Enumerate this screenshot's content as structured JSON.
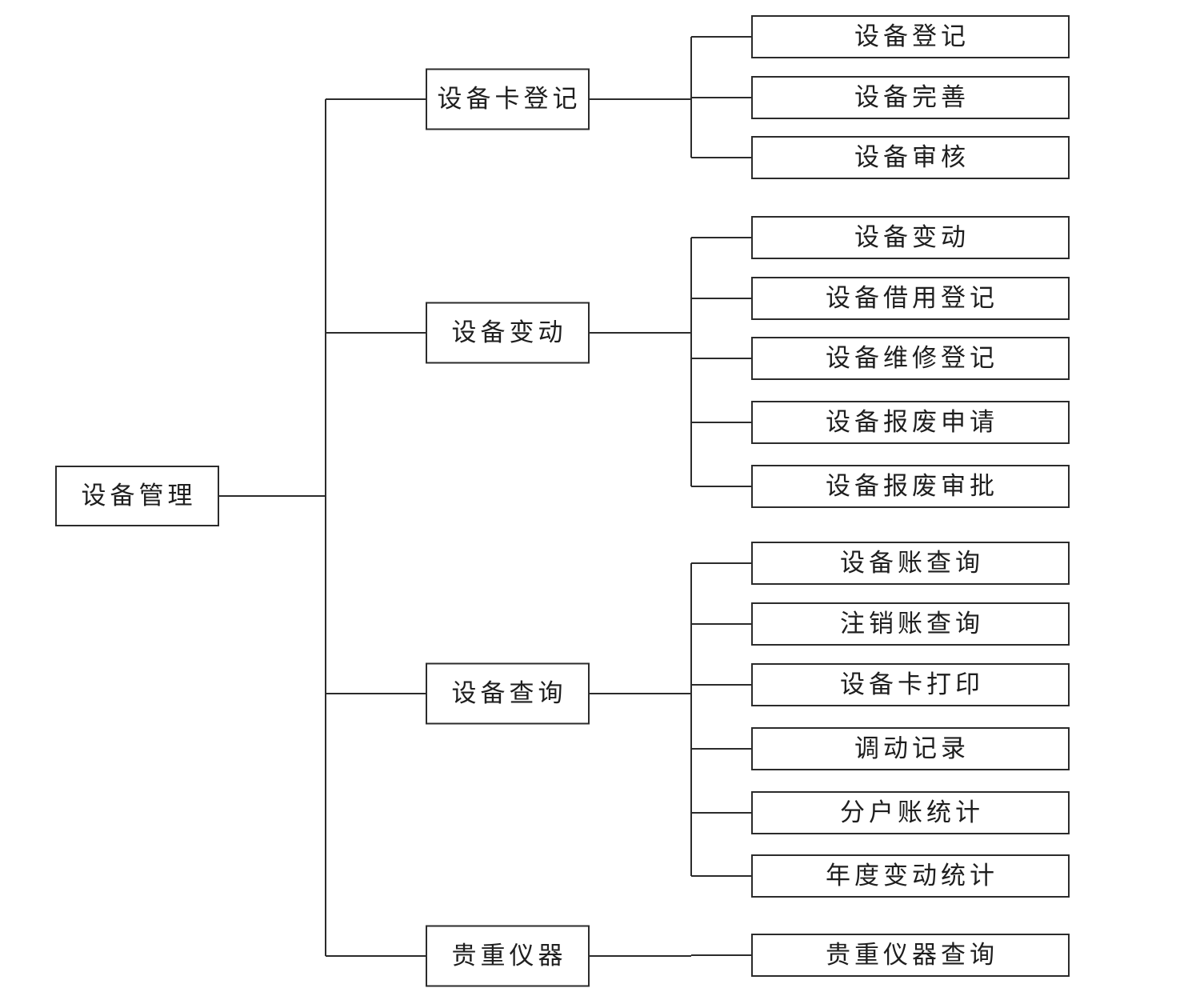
{
  "root": {
    "label": "设备管理",
    "children": [
      {
        "label": "设备卡登记",
        "children": [
          "设备登记",
          "设备完善",
          "设备审核"
        ]
      },
      {
        "label": "设备变动",
        "children": [
          "设备变动",
          "设备借用登记",
          "设备维修登记",
          "设备报废申请",
          "设备报废审批"
        ]
      },
      {
        "label": "设备查询",
        "children": [
          "设备账查询",
          "注销账查询",
          "设备卡打印",
          "调动记录",
          "分户账统计",
          "年度变动统计"
        ]
      },
      {
        "label": "贵重仪器",
        "children": [
          "贵重仪器查询"
        ]
      }
    ]
  },
  "colors": {
    "line": "#2b2b2b",
    "text": "#1e1e1e",
    "box_fill": "#ffffff"
  }
}
